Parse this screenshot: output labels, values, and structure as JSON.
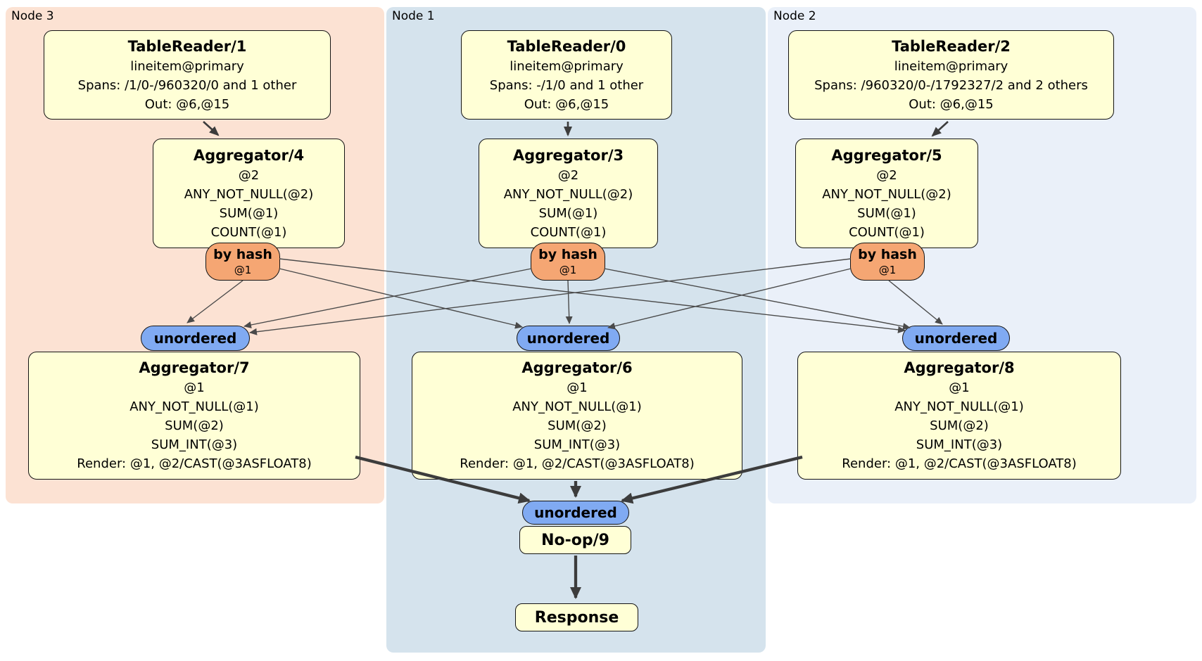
{
  "colors": {
    "node3_bg": "#fce2d3",
    "node1_bg": "#d5e3ed",
    "node2_bg": "#eaf0f9",
    "processor_box_fill": "#ffffd6",
    "hash_router_fill": "#f5a673",
    "stream_pill_fill": "#80aaf2",
    "edge_color": "#3c3c3c"
  },
  "groups": [
    {
      "label": "Node 3",
      "tr": {
        "title": "TableReader/1",
        "lines": [
          "lineitem@primary",
          "Spans: /1/0-/960320/0 and 1 other",
          "Out: @6,@15"
        ]
      },
      "agg_top": {
        "title": "Aggregator/4",
        "lines": [
          "@2",
          "ANY_NOT_NULL(@2)",
          "SUM(@1)",
          "COUNT(@1)"
        ]
      },
      "router": {
        "label": "by hash",
        "arg": "@1"
      },
      "stream": {
        "label": "unordered"
      },
      "agg_bottom": {
        "title": "Aggregator/7",
        "lines": [
          "@1",
          "ANY_NOT_NULL(@1)",
          "SUM(@2)",
          "SUM_INT(@3)",
          "Render: @1, @2/CAST(@3ASFLOAT8)"
        ]
      }
    },
    {
      "label": "Node 1",
      "tr": {
        "title": "TableReader/0",
        "lines": [
          "lineitem@primary",
          "Spans: -/1/0 and 1 other",
          "Out: @6,@15"
        ]
      },
      "agg_top": {
        "title": "Aggregator/3",
        "lines": [
          "@2",
          "ANY_NOT_NULL(@2)",
          "SUM(@1)",
          "COUNT(@1)"
        ]
      },
      "router": {
        "label": "by hash",
        "arg": "@1"
      },
      "stream": {
        "label": "unordered"
      },
      "agg_bottom": {
        "title": "Aggregator/6",
        "lines": [
          "@1",
          "ANY_NOT_NULL(@1)",
          "SUM(@2)",
          "SUM_INT(@3)",
          "Render: @1, @2/CAST(@3ASFLOAT8)"
        ]
      }
    },
    {
      "label": "Node 2",
      "tr": {
        "title": "TableReader/2",
        "lines": [
          "lineitem@primary",
          "Spans: /960320/0-/1792327/2 and 2 others",
          "Out: @6,@15"
        ]
      },
      "agg_top": {
        "title": "Aggregator/5",
        "lines": [
          "@2",
          "ANY_NOT_NULL(@2)",
          "SUM(@1)",
          "COUNT(@1)"
        ]
      },
      "router": {
        "label": "by hash",
        "arg": "@1"
      },
      "stream": {
        "label": "unordered"
      },
      "agg_bottom": {
        "title": "Aggregator/8",
        "lines": [
          "@1",
          "ANY_NOT_NULL(@1)",
          "SUM(@2)",
          "SUM_INT(@3)",
          "Render: @1, @2/CAST(@3ASFLOAT8)"
        ]
      }
    }
  ],
  "final": {
    "stream_label": "unordered",
    "noop_title": "No-op/9",
    "response_title": "Response"
  }
}
